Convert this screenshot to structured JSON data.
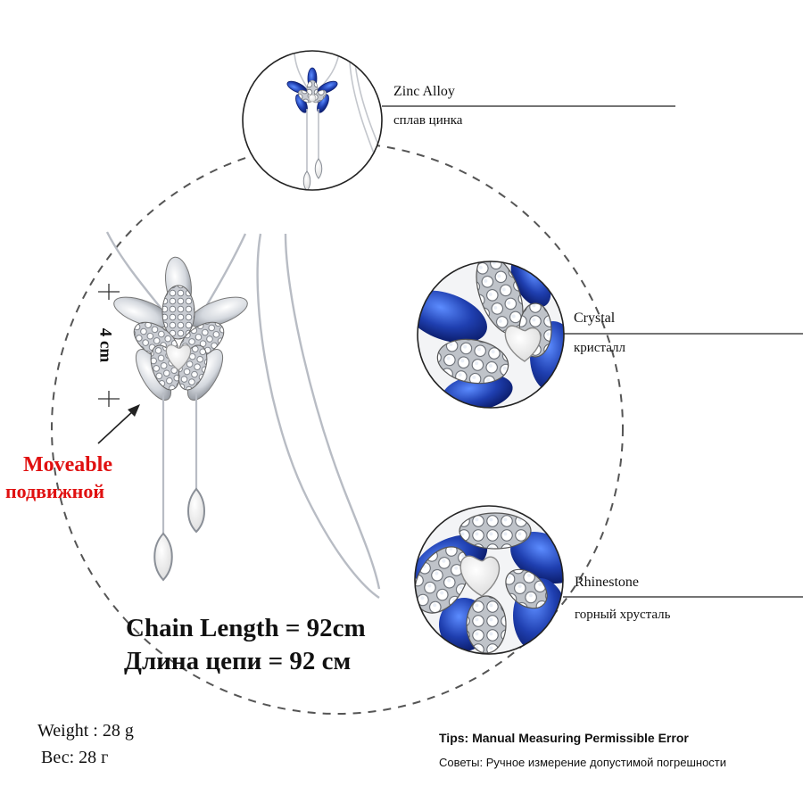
{
  "callouts": {
    "zinc": {
      "en": "Zinc Alloy",
      "ru": "сплав цинка"
    },
    "crystal": {
      "en": "Crystal",
      "ru": "кристалл"
    },
    "rhinestone": {
      "en": "Rhinestone",
      "ru": "горный хрусталь"
    }
  },
  "moveable": {
    "en": "Moveable",
    "ru": "подвижной"
  },
  "size_label": "4 cm",
  "chain": {
    "en": "Chain Length = 92cm",
    "ru": "Длина цепи = 92 см"
  },
  "weight": {
    "en": "Weight : 28 g",
    "ru": "Вес: 28 г"
  },
  "tips": {
    "en": "Tips: Manual Measuring Permissible Error",
    "ru": "Советы: Ручное измерение допустимой погрешности"
  },
  "colors": {
    "accent_red": "#e01010",
    "sapphire_blue": "#1f3fb0",
    "silver": "#b8bcc4",
    "dash_gray": "#555555"
  },
  "icons": [
    "arrow-icon",
    "dimension-bracket-icon"
  ]
}
